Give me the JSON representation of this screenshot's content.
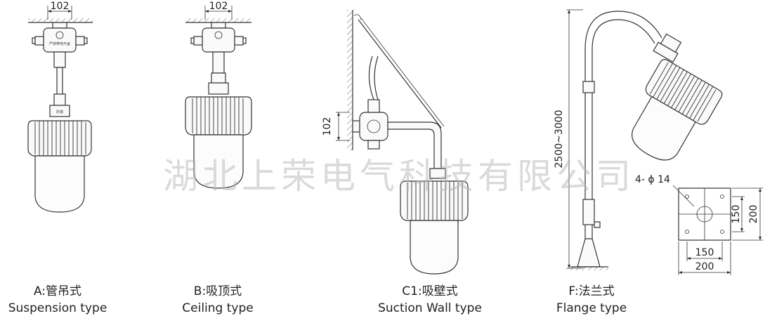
{
  "watermark": "湖北上荣电气科技有限公司",
  "box_label": "防爆",
  "junction_box_text": "严禁带电开盖",
  "lamps": [
    {
      "code": "A:管吊式",
      "name": "Suspension type",
      "dimension": "102"
    },
    {
      "code": "B:吸顶式",
      "name": "Ceiling type",
      "dimension": "102"
    },
    {
      "code": "C1:吸壁式",
      "name": "Suction Wall type",
      "dimension": "102"
    },
    {
      "code": "F:法兰式",
      "name": "Flange type",
      "dimension": "2500~3000"
    }
  ],
  "flange_plate": {
    "holes": "4- ϕ 14",
    "inner_h": "150",
    "outer_h": "200",
    "inner_w": "150",
    "outer_w": "200"
  }
}
